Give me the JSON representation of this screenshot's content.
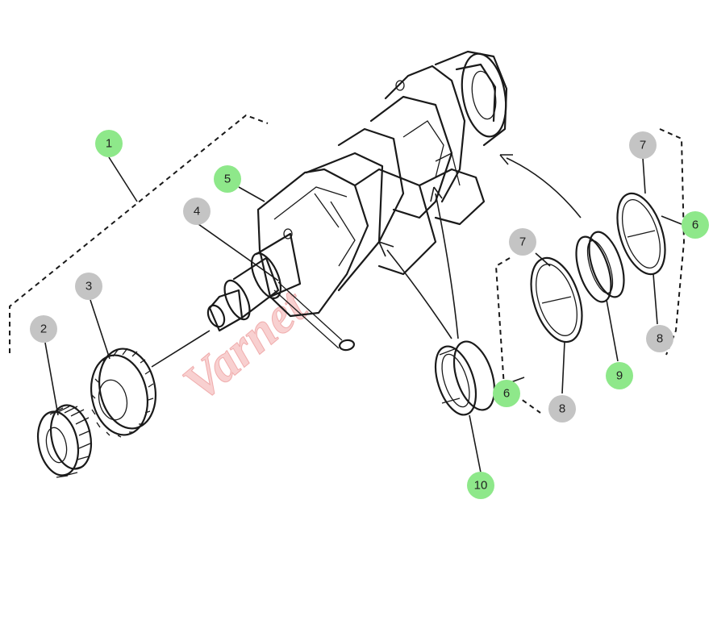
{
  "watermark": "Varnet",
  "colors": {
    "callout_green": "#8ee88a",
    "callout_gray": "#c4c4c4",
    "line": "#1a1a1a",
    "watermark": "#f2a9a9"
  },
  "callouts": [
    {
      "id": "c1",
      "label": "1",
      "kind": "green"
    },
    {
      "id": "c2",
      "label": "2",
      "kind": "gray"
    },
    {
      "id": "c3",
      "label": "3",
      "kind": "gray"
    },
    {
      "id": "c4",
      "label": "4",
      "kind": "gray"
    },
    {
      "id": "c5",
      "label": "5",
      "kind": "green"
    },
    {
      "id": "c6a",
      "label": "6",
      "kind": "green"
    },
    {
      "id": "c6b",
      "label": "6",
      "kind": "green"
    },
    {
      "id": "c7a",
      "label": "7",
      "kind": "gray"
    },
    {
      "id": "c7b",
      "label": "7",
      "kind": "gray"
    },
    {
      "id": "c8a",
      "label": "8",
      "kind": "gray"
    },
    {
      "id": "c8b",
      "label": "8",
      "kind": "gray"
    },
    {
      "id": "c9",
      "label": "9",
      "kind": "green"
    },
    {
      "id": "c10",
      "label": "10",
      "kind": "green"
    }
  ]
}
